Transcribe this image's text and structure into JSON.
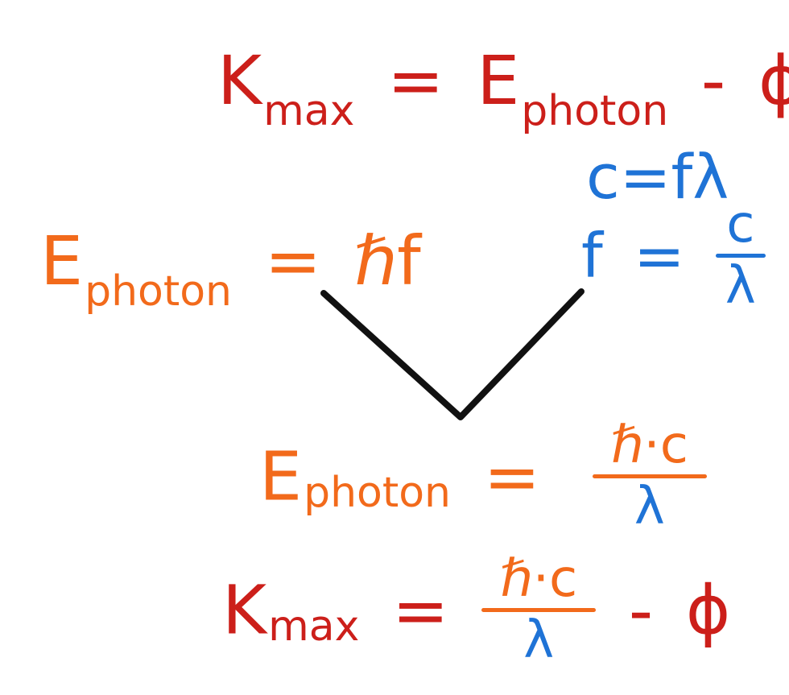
{
  "colors": {
    "red": "#cc1f1a",
    "orange": "#f26a1b",
    "blue": "#1f73d6",
    "black": "#111111"
  },
  "eq_kmax_top": {
    "k": "K",
    "k_sub": "max",
    "equals": "=",
    "e": "E",
    "e_sub": "photon",
    "minus": "-",
    "phi": "ϕ"
  },
  "eq_c_f_lambda": {
    "text": "c=fλ"
  },
  "eq_ephoton_hf": {
    "e": "E",
    "e_sub": "photon",
    "equals": "=",
    "rhs": "ℏf"
  },
  "eq_f_c_over_lambda": {
    "f": "f",
    "equals": "=",
    "num": "c",
    "den": "λ"
  },
  "eq_ephoton_combined": {
    "e": "E",
    "e_sub": "photon",
    "equals": "=",
    "num": "ℏ·c",
    "den": "λ"
  },
  "eq_kmax_final": {
    "k": "K",
    "k_sub": "max",
    "equals": "=",
    "num": "ℏ·c",
    "den": "λ",
    "minus": "-",
    "phi": "ϕ"
  }
}
